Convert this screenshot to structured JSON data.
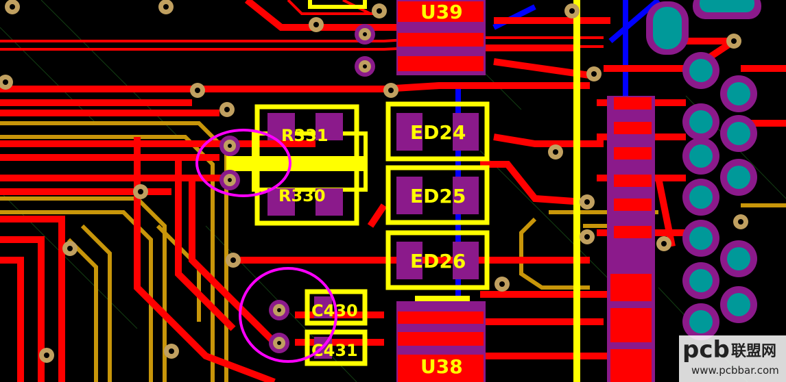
{
  "designators": {
    "u39": "U39",
    "u38": "U38",
    "r331": "R331",
    "r330": "R330",
    "ed24": "ED24",
    "ed25": "ED25",
    "ed26": "ED26",
    "c430": "C430",
    "c431": "C431"
  },
  "watermark": {
    "brand": "pcb",
    "chinese": "联盟网",
    "url": "www.pcbbar.com"
  },
  "colors": {
    "background": "#000000",
    "top_copper": "#ff0000",
    "bottom_copper": "#c8960a",
    "silkscreen": "#ffff00",
    "pad": "#8b1a8b",
    "via": "#c0a060",
    "highlight_circle": "#ff00ff",
    "blue_layer": "#0000ff",
    "th_pad": "#009999"
  }
}
